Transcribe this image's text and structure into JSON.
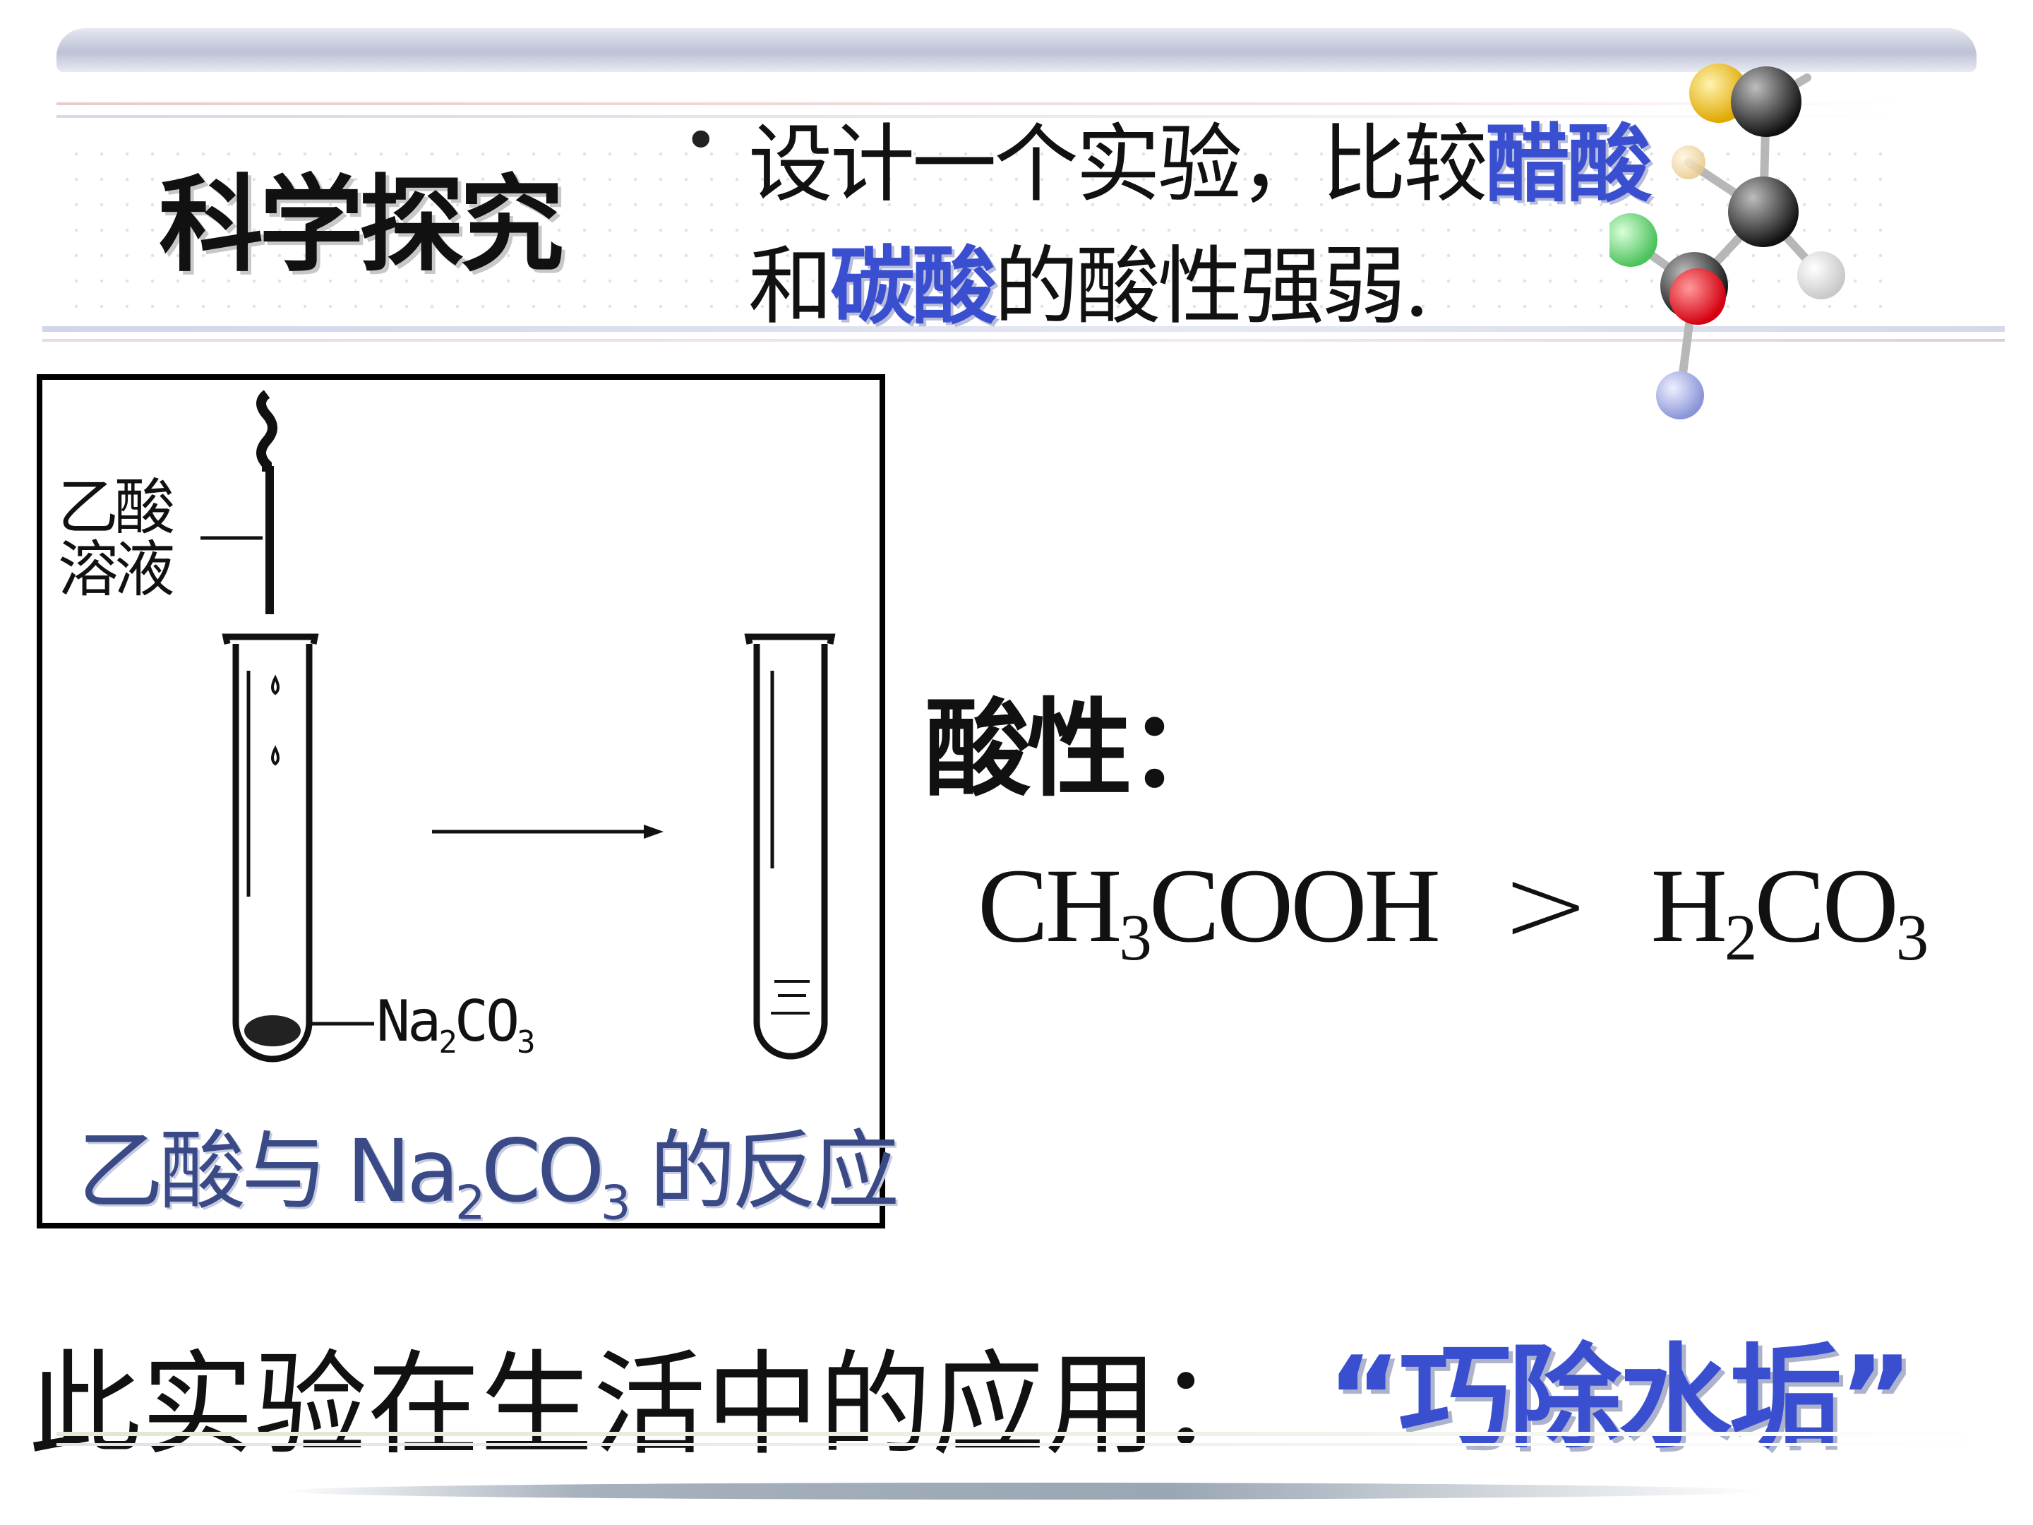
{
  "header": {
    "title": "科学探究",
    "bullet": "•",
    "question_line1_prefix": "设计一个实验，比较",
    "question_line1_highlight": "醋酸",
    "question_line2_prefix": "和",
    "question_line2_highlight": "碳酸",
    "question_line2_suffix": "的酸性强弱."
  },
  "figure": {
    "dropper_label_line1": "乙酸",
    "dropper_label_line2": "溶液",
    "tube_label_prefix": "Na",
    "tube_label_sub": "2",
    "tube_label_mid": "CO",
    "tube_label_sub2": "3",
    "caption_prefix": "乙酸与 Na",
    "caption_sub1": "2",
    "caption_mid": "CO",
    "caption_sub2": "3",
    "caption_suffix": " 的反应"
  },
  "result": {
    "label": "酸性：",
    "left_part1": "CH",
    "left_sub": "3",
    "left_part2": "COOH",
    "comparator": ">",
    "right_part1": "H",
    "right_sub1": "2",
    "right_part2": "CO",
    "right_sub2": "3"
  },
  "application": {
    "text": "此实验在生活中的应用：",
    "answer": "“巧除水垢”"
  },
  "colors": {
    "highlight": "#3a4fd0",
    "caption": "#3a4a86"
  }
}
